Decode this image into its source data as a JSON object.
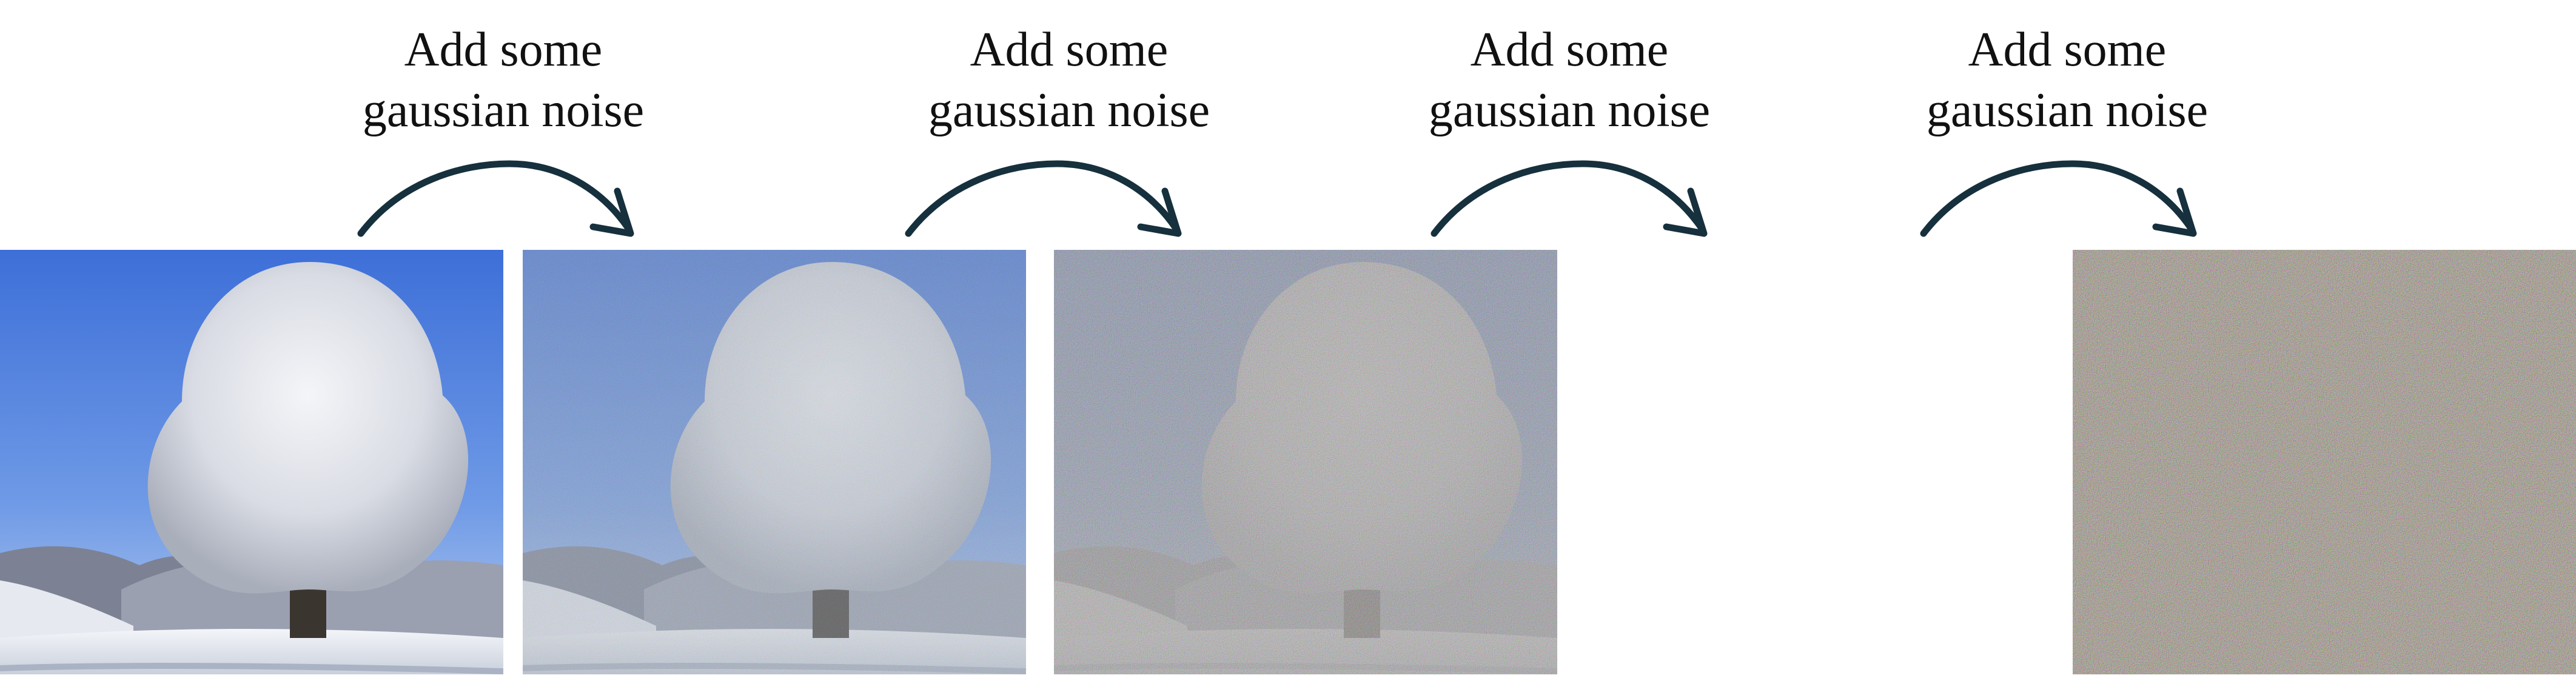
{
  "steps": [
    {
      "line1": "Add some",
      "line2": "gaussian noise"
    },
    {
      "line1": "Add some",
      "line2": "gaussian noise"
    },
    {
      "line1": "Add some",
      "line2": "gaussian noise"
    },
    {
      "line1": "Add some",
      "line2": "gaussian noise"
    }
  ],
  "colors": {
    "arrow": "#16303d",
    "sky": "#4a7fe0",
    "snow": "#eef1f6"
  },
  "images": [
    {
      "name": "clean-image",
      "noise_level": 0.0
    },
    {
      "name": "noisy-image-1",
      "noise_level": 0.25
    },
    {
      "name": "noisy-image-2",
      "noise_level": 0.6
    },
    {
      "name": "pure-noise-image",
      "noise_level": 1.0
    }
  ]
}
